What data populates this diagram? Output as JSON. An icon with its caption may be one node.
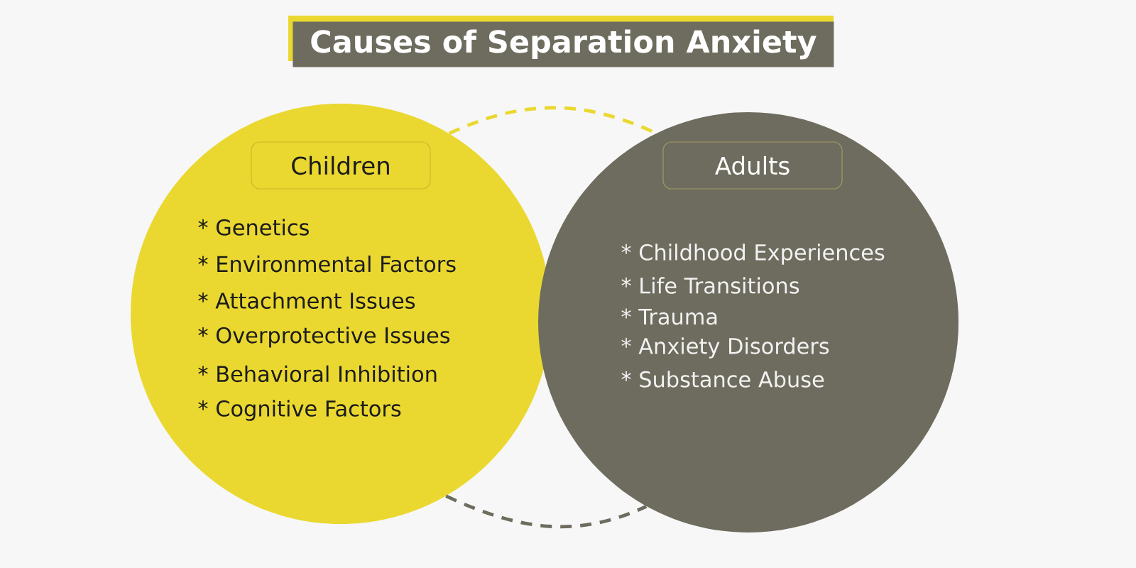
{
  "diagram": {
    "title": "Causes of Separation Anxiety",
    "nodes": [
      {
        "text": [
          "* Genetics",
          "* Environmental Factors",
          "* Attachment Issues",
          "* Overprotective Issues",
          "* Behavioral Inhibition",
          "* Cognitive Factors"
        ]
      },
      {
        "text": [
          "Children"
        ],
        "in": 0
      },
      {
        "text": [
          "* Childhood Experiences",
          "* Life Transitions",
          "* Trauma",
          "* Anxiety Disorders",
          "* Substance Abuse"
        ]
      },
      {
        "text": [
          "Adults"
        ],
        "in": 2
      }
    ],
    "edges": [
      {
        "from": 0,
        "to": 2,
        "arrow": "none",
        "style": "dashed",
        "color": "#ead830"
      },
      {
        "from": 0,
        "to": 2,
        "arrow": "none",
        "style": "dashed",
        "color": "#6e6c5e"
      }
    ]
  }
}
